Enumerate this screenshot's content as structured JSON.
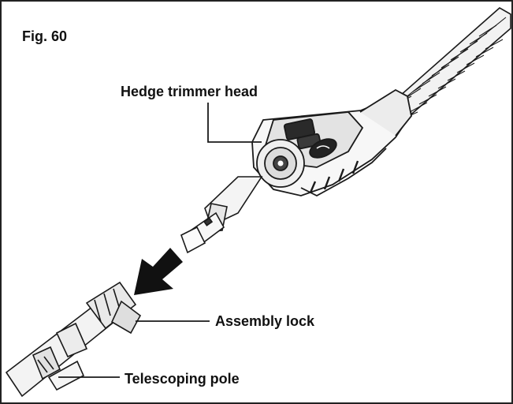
{
  "figure": {
    "label": "Fig. 60"
  },
  "callouts": {
    "hedge_trimmer_head": "Hedge trimmer head",
    "assembly_lock": "Assembly lock",
    "telescoping_pole": "Telescoping pole"
  },
  "colors": {
    "line": "#1a1a1a",
    "fill_light": "#f2f2f2",
    "fill_mid": "#c9c9c9",
    "arrow": "#111111"
  }
}
